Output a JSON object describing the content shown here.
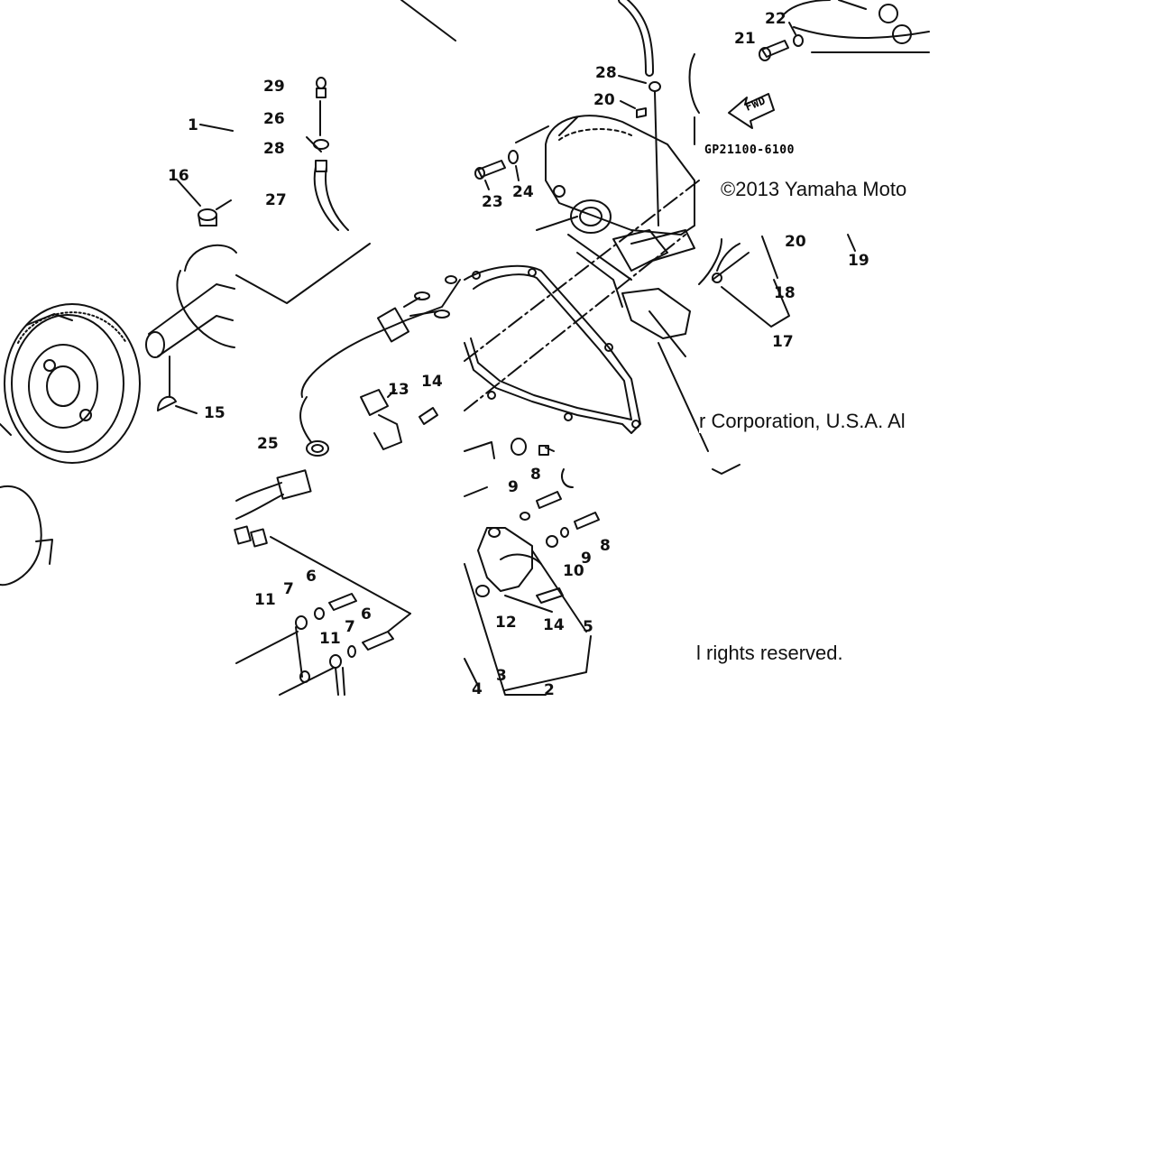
{
  "diagram": {
    "part_code": "GP21100-6100",
    "fwd_label": "FWD",
    "copyright_segments": [
      "©2013 Yamaha Moto",
      "r Corporation, U.S.A. Al",
      "l rights reserved."
    ],
    "callout_labels": [
      "29",
      "26",
      "28",
      "27",
      "1",
      "16",
      "15",
      "13",
      "14",
      "25",
      "28",
      "20",
      "23",
      "24",
      "22",
      "21",
      "20",
      "19",
      "18",
      "17",
      "9",
      "8",
      "8",
      "9",
      "10",
      "12",
      "14",
      "5",
      "3",
      "4",
      "2",
      "6",
      "7",
      "11",
      "6",
      "7",
      "11"
    ]
  },
  "colors": {
    "line": "#111111",
    "background": "#ffffff"
  }
}
